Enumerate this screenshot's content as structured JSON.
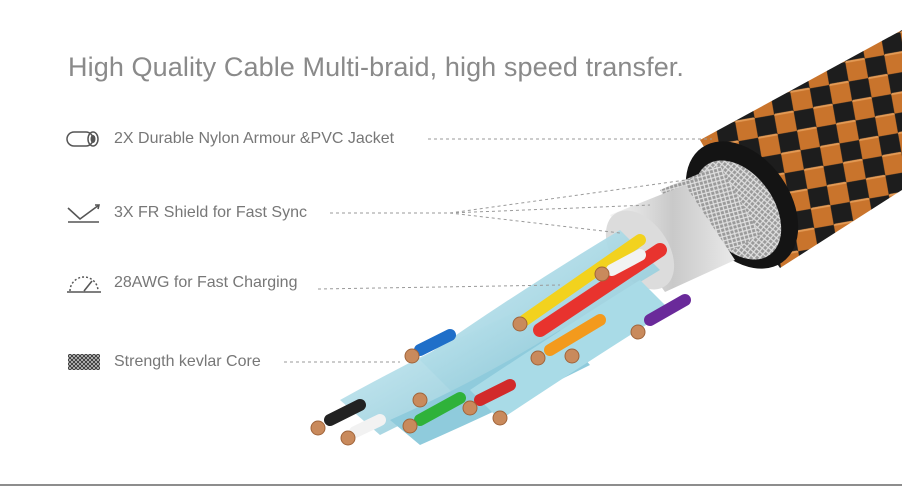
{
  "title": "High Quality Cable Multi-braid, high speed transfer.",
  "features": [
    {
      "icon": "cable-jacket-icon",
      "label": "2X Durable Nylon Armour &PVC Jacket"
    },
    {
      "icon": "shield-check-icon",
      "label": "3X FR Shield for Fast Sync"
    },
    {
      "icon": "speed-gauge-icon",
      "label": "28AWG for Fast Charging"
    },
    {
      "icon": "kevlar-weave-icon",
      "label": "Strength kevlar Core"
    }
  ],
  "colors": {
    "text": "#777777",
    "title": "#8a8a8a",
    "jacket_orange": "#c9742c",
    "jacket_black": "#1c1c1c",
    "foil_blue": "#9fd3e0",
    "copper": "#c98a5c"
  }
}
